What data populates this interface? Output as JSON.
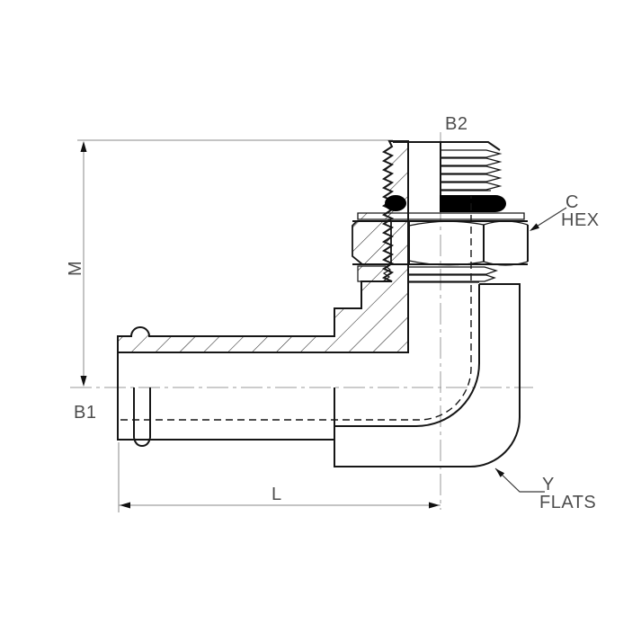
{
  "labels": {
    "b2": "B2",
    "c": "C",
    "hex": "HEX",
    "m": "M",
    "b1": "B1",
    "l": "L",
    "y": "Y",
    "flats": "FLATS"
  },
  "colors": {
    "background": "#ffffff",
    "object_line": "#161616",
    "dimension_line": "#8a8a8a",
    "centerline": "#9a9a9a",
    "leader_line": "#3a3a3a",
    "arrow_fill": "#111111",
    "o_ring_fill": "#000000",
    "text": "#4d4d4d"
  }
}
